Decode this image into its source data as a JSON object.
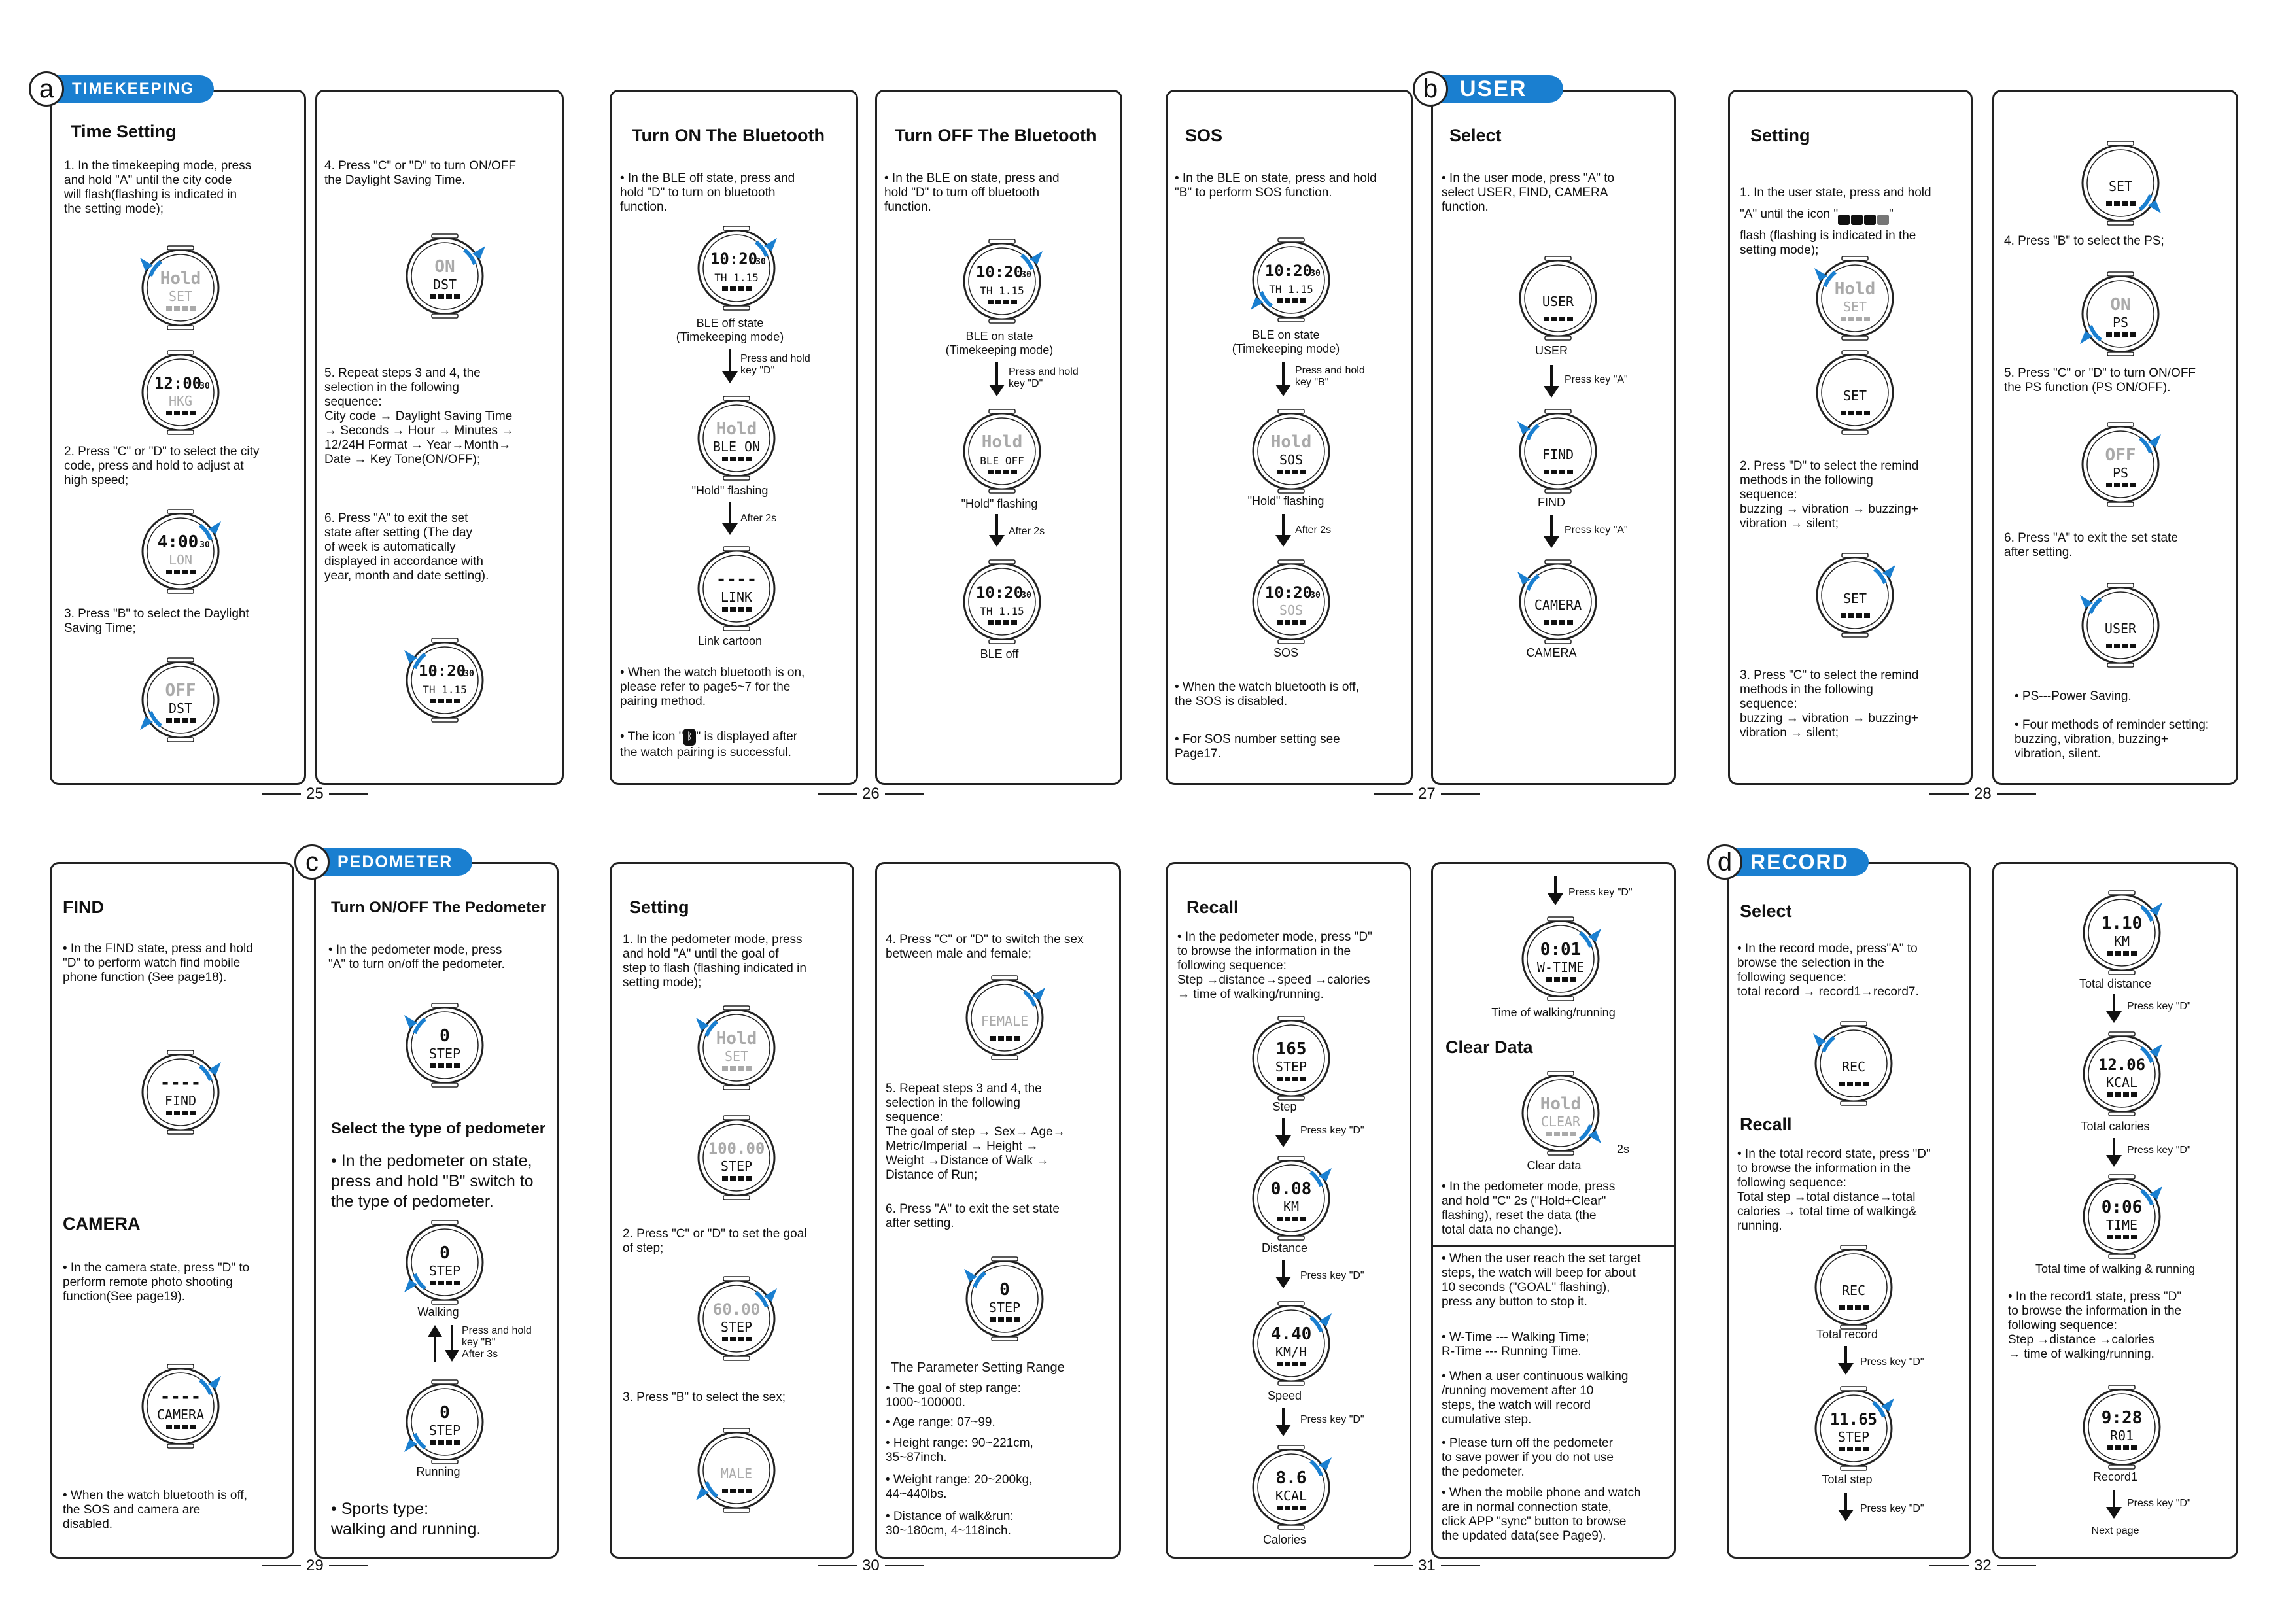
{
  "colors": {
    "accent": "#1a7fd0",
    "ink": "#111111",
    "lcd_dim": "#aaaaaa"
  },
  "tabs": {
    "a": {
      "letter": "a",
      "label": "TIMEKEEPING"
    },
    "b": {
      "letter": "b",
      "label": "USER"
    },
    "c": {
      "letter": "c",
      "label": "PEDOMETER"
    },
    "d": {
      "letter": "d",
      "label": "RECORD"
    }
  },
  "page_numbers": [
    "25",
    "26",
    "27",
    "28",
    "29",
    "30",
    "31",
    "32"
  ],
  "p25a": {
    "title": "Time Setting",
    "s1": "1. In the timekeeping mode, press\n    and hold \"A\" until  the city code\n    will flash(flashing is indicated in\n    the setting mode);",
    "s2": "2. Press \"C\" or \"D\" to select the city\n    code, press and hold to adjust at\n    high speed;",
    "s3": "3. Press \"B\" to select the Daylight\n    Saving Time;"
  },
  "p25b": {
    "s4": "4. Press \"C\" or \"D\" to turn ON/OFF\n    the Daylight Saving Time.",
    "s5": "5. Repeat steps 3 and 4, the\n    selection in the following\n    sequence:\n    City code → Daylight Saving Time\n    → Seconds → Hour → Minutes →\n    12/24H Format → Year→Month→\n    Date → Key Tone(ON/OFF);",
    "s6": "6. Press \"A\" to exit the set\n    state after setting (The day\n    of week is automatically\n    displayed in accordance with\n    year, month and date setting)."
  },
  "p26a": {
    "title": "Turn ON The Bluetooth",
    "b1": "• In the BLE off state, press and\n   hold \"D\" to turn on bluetooth\n   function.",
    "c1": "BLE off state\n(Timekeeping mode)",
    "a1": "Press and hold\nkey \"D\"",
    "c2": "\"Hold\" flashing",
    "a2": "After 2s",
    "c3": "Link cartoon",
    "b2": "• When the watch bluetooth is on,\n   please refer to page5~7 for the\n   pairing method.",
    "b3_pre": "• The icon \"",
    "b3_post": "\" is displayed after\n   the watch pairing is successful."
  },
  "p26b": {
    "title": "Turn OFF The Bluetooth",
    "b1": "• In the BLE on state, press and\n   hold \"D\" to turn off  bluetooth\n   function.",
    "c1": "BLE on state\n(Timekeeping mode)",
    "a1": "Press and hold\nkey \"D\"",
    "c2": "\"Hold\" flashing",
    "a2": "After 2s",
    "c3": "BLE off"
  },
  "p27a": {
    "title": "SOS",
    "b1": "• In the BLE on state, press and hold\n   \"B\" to perform SOS function.",
    "c1": "BLE on state\n(Timekeeping mode)",
    "a1": "Press and hold\nkey \"B\"",
    "c2": "\"Hold\" flashing",
    "a2": "After 2s",
    "c3": "SOS",
    "b2": "•  When the watch bluetooth is off,\n    the SOS is disabled.",
    "b3": "•  For SOS number setting see\n    Page17."
  },
  "p27b": {
    "title": "Select",
    "b1": "• In the user mode, press \"A\" to\n   select USER, FIND, CAMERA\n   function.",
    "c1": "USER",
    "a1": "Press key \"A\"",
    "c2": "FIND",
    "a2": "Press key \"A\"",
    "c3": "CAMERA"
  },
  "p28a": {
    "title": "Setting",
    "s1_pre": "1. In the user state, press and hold\n    \"A\" until the icon \"",
    "s1_post": "\"\n    flash (flashing is indicated in the\n    setting  mode);",
    "s2": "2. Press \"D\" to select the remind\n    methods in the following\n    sequence:\n    buzzing → vibration → buzzing+\n    vibration → silent;",
    "s3": "3. Press \"C\" to select the remind\n    methods in the following\n    sequence:\n    buzzing → vibration → buzzing+\n    vibration → silent;"
  },
  "p28b": {
    "s4": "4. Press \"B\" to select the PS;",
    "s5": "5. Press \"C\" or \"D\" to turn ON/OFF\n    the  PS function (PS ON/OFF).",
    "s6": "6.  Press \"A\" to exit the set state\n     after setting.",
    "b1": "• PS---Power Saving.",
    "b2": "• Four methods of reminder setting:\n   buzzing, vibration, buzzing+\n   vibration, silent."
  },
  "p29a": {
    "t1": "FIND",
    "b1": "• In the FIND state, press and hold\n   \"D\" to perform watch find mobile\n   phone function (See page18).",
    "t2": "CAMERA",
    "b2": "• In the camera state, press \"D\" to\n   perform remote photo shooting\n   function(See page19).",
    "b3": "• When the watch bluetooth is off,\n   the SOS and  camera are\n   disabled."
  },
  "p29b": {
    "title": "Turn ON/OFF The Pedometer",
    "b1": "• In the pedometer mode, press\n   \"A\" to turn on/off  the pedometer.",
    "t2": "Select the type of pedometer",
    "b2": "• In the pedometer on state,\n   press and hold \"B\" switch to\n   the type of pedometer.",
    "c1": "Walking",
    "a1": "Press and hold\nkey \"B\"\nAfter 3s",
    "c2": "Running",
    "b3": "• Sports type:\n   walking and running."
  },
  "p30a": {
    "title": "Setting",
    "s1": "1. In the pedometer mode, press\n    and hold \"A\" until the goal of\n    step to flash (flashing indicated in\n    setting mode);",
    "s2": "2. Press \"C\" or \"D\" to set the goal\n    of step;",
    "s3": "3. Press \"B\" to select the sex;"
  },
  "p30b": {
    "s4": "4. Press \"C\" or \"D\" to switch the sex\n    between male and female;",
    "s5": "5. Repeat steps 3 and 4, the\n    selection in the following\n    sequence:\n    The goal of step → Sex→ Age→\n    Metric/Imperial → Height →\n    Weight →Distance of Walk →\n    Distance of Run;",
    "s6": "6.  Press \"A\" to exit the set state\n     after setting.",
    "t_range": "The Parameter Setting Range",
    "r1": "• The goal of step range:\n   1000~100000.",
    "r2": "• Age range: 07~99.",
    "r3": "• Height range: 90~221cm,\n   35~87inch.",
    "r4": "• Weight range: 20~200kg,\n   44~440lbs.",
    "r5": "• Distance of walk&run:\n   30~180cm, 4~118inch."
  },
  "p31a": {
    "title": "Recall",
    "b1": "• In the pedometer mode, press \"D\"\n   to browse the information in the\n   following sequence:\n   Step →distance→speed →calories\n   → time of walking/running.",
    "c1": "Step",
    "a1": "Press key \"D\"",
    "c2": "Distance",
    "a2": "Press key \"D\"",
    "c3": "Speed",
    "a3": "Press key \"D\"",
    "c4": "Calories"
  },
  "p31b": {
    "a0": "Press key \"D\"",
    "c0": "Time of walking/running",
    "title": "Clear Data",
    "a_2s": "2s",
    "c1": "Clear data",
    "b1": "• In the pedometer mode, press\n   and hold \"C\" 2s (\"Hold+Clear\"\n   flashing), reset the data (the\n   total data no change).",
    "n1": "•  When the user reach the set target\n    steps, the watch will beep for about\n    10 seconds (\"GOAL\" flashing),\n    press any button to stop it.",
    "n2": "•  W-Time --- Walking Time;\n    R-Time --- Running Time.",
    "n3": "•  When a user continuous walking\n    /running movement after 10\n    steps, the watch will record\n    cumulative step.",
    "n4": "• Please turn off the pedometer\n   to save power if you do not use\n   the pedometer.",
    "n5": "• When the mobile phone and watch\n   are in normal connection state,\n   click APP \"sync\" button to browse\n   the updated data(see Page9)."
  },
  "p32a": {
    "title": "Select",
    "b1": "• In the record mode,  press\"A\" to\n   browse the selection in the\n   following sequence:\n   total record → record1→record7.",
    "title2": "Recall",
    "b2": "• In the total record state, press \"D\"\n   to browse the information in the\n   following sequence:\n   Total step →total distance→total\n   calories → total time of walking&\n   running.",
    "c1": "Total record",
    "a1": "Press key \"D\"",
    "c2": "Total step",
    "a2": "Press key \"D\""
  },
  "p32b": {
    "c1": "Total distance",
    "a1": "Press key \"D\"",
    "c2": "Total calories",
    "a2": "Press key \"D\"",
    "c3": "Total time of walking & running",
    "b1": "• In the record1 state, press \"D\"\n   to browse the information in the\n   following sequence:\n   Step →distance →calories\n   → time of walking/running.",
    "c4": "Record1",
    "a3": "Press key \"D\"",
    "c5": "Next page"
  },
  "watches": {
    "w1": {
      "top": "Hold",
      "bot": "SET",
      "dim": true
    },
    "w2": {
      "top": "12:00",
      "sub": "30",
      "bot": "HKG",
      "dimbot": true
    },
    "w3": {
      "top": "4:00",
      "sub": "30",
      "bot": "LON",
      "dimbot": true
    },
    "w4": {
      "top": "OFF",
      "bot": "DST",
      "dimtop": true
    },
    "w5": {
      "top": "ON",
      "bot": "DST",
      "dimtop": true
    },
    "w6": {
      "top": "10:20",
      "sub": "30",
      "bot": "TH  1.15"
    },
    "w7": {
      "top": "10:20",
      "sub": "30",
      "bot": "TH  1.15"
    },
    "w8": {
      "top": "Hold",
      "bot": "BLE ON",
      "dimtop": true
    },
    "w9": {
      "top": "----",
      "bot": "LINK"
    },
    "w10": {
      "top": "10:20",
      "sub": "30",
      "bot": "TH  1.15"
    },
    "w11": {
      "top": "Hold",
      "bot": "BLE OFF",
      "dimtop": true
    },
    "w12": {
      "top": "10:20",
      "sub": "30",
      "bot": "TH  1.15"
    },
    "w13": {
      "top": "10:20",
      "sub": "30",
      "bot": "TH  1.15"
    },
    "w14": {
      "top": "Hold",
      "bot": "SOS",
      "dimtop": true
    },
    "w15": {
      "top": "10:20",
      "sub": "30",
      "bot": "SOS",
      "dimbot": true
    },
    "w16": {
      "top": "",
      "bot": "USER"
    },
    "w17": {
      "top": "",
      "bot": "FIND"
    },
    "w18": {
      "top": "",
      "bot": "CAMERA"
    },
    "w19": {
      "top": "Hold",
      "bot": "SET",
      "dim": true
    },
    "w20": {
      "top": "",
      "bot": "SET"
    },
    "w21": {
      "top": "",
      "bot": "SET"
    },
    "w22": {
      "top": "",
      "bot": "SET"
    },
    "w23": {
      "top": "ON",
      "bot": "PS",
      "dimtop": true
    },
    "w24": {
      "top": "OFF",
      "bot": "PS",
      "dimtop": true
    },
    "w25": {
      "top": "",
      "bot": "USER"
    },
    "w26": {
      "top": "----",
      "bot": "FIND"
    },
    "w27": {
      "top": "----",
      "bot": "CAMERA"
    },
    "w28": {
      "top": "0",
      "bot": "STEP"
    },
    "w29": {
      "top": "0",
      "bot": "STEP"
    },
    "w30": {
      "top": "0",
      "bot": "STEP"
    },
    "w31": {
      "top": "Hold",
      "bot": "SET",
      "dim": true
    },
    "w32": {
      "top": "100.00",
      "bot": "STEP",
      "dimtop": true
    },
    "w33": {
      "top": "60.00",
      "bot": "STEP",
      "dimtop": true
    },
    "w34": {
      "top": "",
      "bot": "MALE",
      "dimbot": true
    },
    "w35": {
      "top": "",
      "bot": "FEMALE",
      "dimbot": true
    },
    "w36": {
      "top": "0",
      "bot": "STEP"
    },
    "w37": {
      "top": "165",
      "bot": "STEP"
    },
    "w38": {
      "top": "0.08",
      "bot": "KM"
    },
    "w39": {
      "top": "4.40",
      "bot": "KM/H"
    },
    "w40": {
      "top": "8.6",
      "bot": "KCAL"
    },
    "w41": {
      "top": "0:01",
      "bot": "W-TIME"
    },
    "w42": {
      "top": "Hold",
      "bot": "CLEAR",
      "dim": true
    },
    "w43": {
      "top": "",
      "bot": "REC"
    },
    "w44": {
      "top": "",
      "bot": "REC"
    },
    "w45": {
      "top": "11.65",
      "bot": "STEP"
    },
    "w46": {
      "top": "1.10",
      "bot": "KM"
    },
    "w47": {
      "top": "12.06",
      "bot": "KCAL"
    },
    "w48": {
      "top": "0:06",
      "bot": "TIME"
    },
    "w49": {
      "top": "9:28",
      "bot": "R01"
    }
  }
}
